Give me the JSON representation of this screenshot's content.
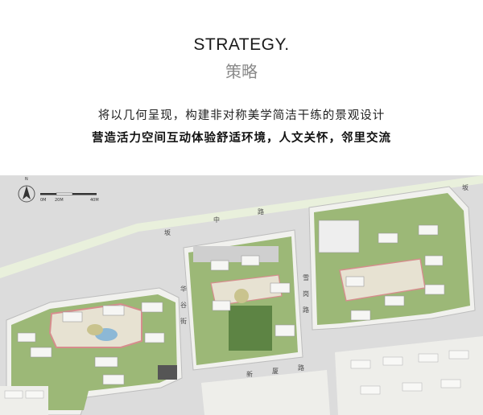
{
  "heading": {
    "title": "STRATEGY.",
    "subtitle": "策略"
  },
  "intro": {
    "line1": "将以几何呈现，构建非对称美学简洁干练的景观设计",
    "line2": "营造活力空间互动体验舒适环境，人文关怀，邻里交流"
  },
  "site_plan": {
    "roads": {
      "north_road": [
        "坂",
        "中",
        "路"
      ],
      "east_road": [
        "坂"
      ],
      "south_road": [
        "新",
        "厦",
        "路"
      ],
      "west_road": [
        "华",
        "谷",
        "街"
      ],
      "middle_road": [
        "雪",
        "岗",
        "路"
      ]
    },
    "north_arrow": "N",
    "scale": [
      "0M",
      "20M",
      "40M"
    ],
    "colors": {
      "road": "#d8d8d8",
      "green": "#8fae6a",
      "dark_green": "#5f8a48",
      "building": "#f2f2f0",
      "plaza": "#e8e3d6",
      "path": "#d99090",
      "water": "#8cb8d6"
    }
  }
}
